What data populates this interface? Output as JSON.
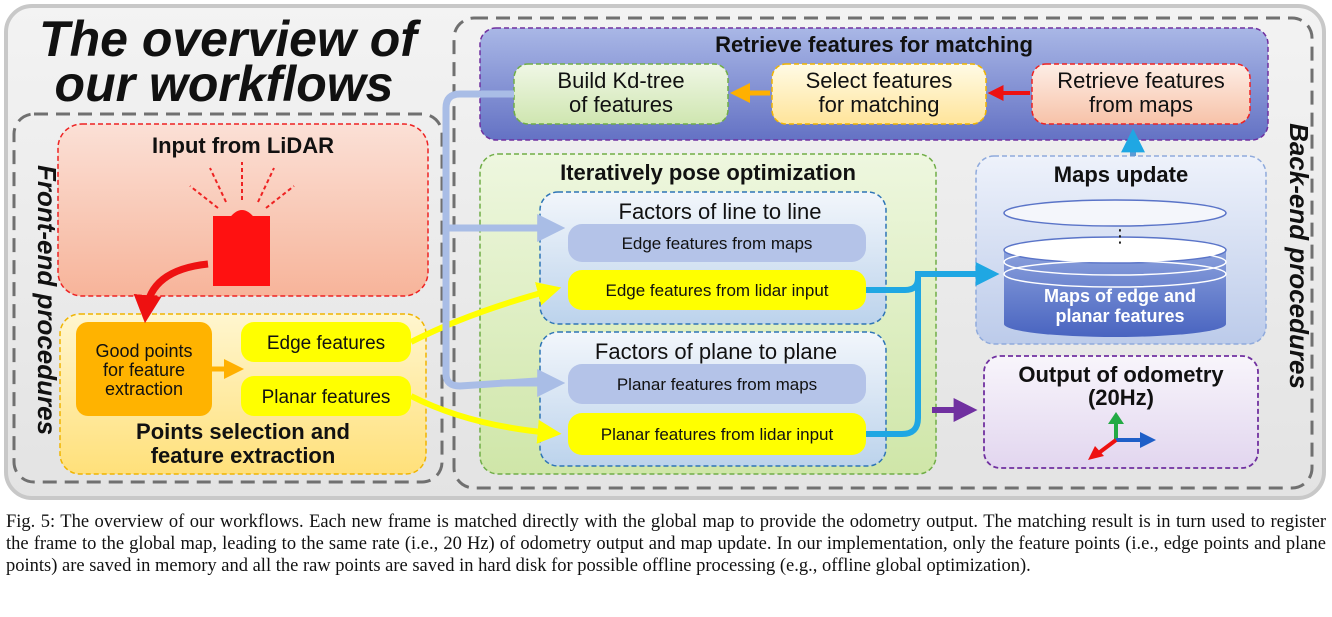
{
  "title": [
    "The overview of",
    "our workflows"
  ],
  "front_end": {
    "label": "Front-end procedures",
    "lidar_box": "Input from LiDAR",
    "selection_box": {
      "title": [
        "Points selection and",
        "feature extraction"
      ]
    },
    "good_points": [
      "Good points",
      "for feature",
      "extraction"
    ],
    "edge_features": "Edge features",
    "planar_features": "Planar features"
  },
  "back_end": {
    "label": "Back-end procedures",
    "retrieve": {
      "title": "Retrieve features for matching",
      "kdtree": [
        "Build Kd-tree",
        "of features"
      ],
      "select": [
        "Select features",
        "for matching"
      ],
      "retrieve_maps": [
        "Retrieve features",
        "from maps"
      ]
    },
    "pose": {
      "title": "Iteratively pose optimization",
      "line": {
        "title": "Factors of line to line",
        "maps": "Edge features from maps",
        "lidar": "Edge features from lidar input"
      },
      "plane": {
        "title": "Factors of plane to plane",
        "maps": "Planar features from maps",
        "lidar": "Planar features from lidar input"
      }
    },
    "maps_update": {
      "title": "Maps update",
      "db_dots": "⋮",
      "db_label": [
        "Maps of edge and",
        "planar features"
      ]
    },
    "output": {
      "title": [
        "Output of odometry",
        "(20Hz)"
      ]
    }
  },
  "caption": "Fig. 5: The overview of our workflows. Each new frame is matched directly with the global map to provide the odometry output. The matching result is in turn used to register the frame to the global map, leading to the same rate (i.e., 20 Hz) of odometry output and map update. In our implementation, only the feature points (i.e., edge points and plane points) are saved in memory and all the raw points are saved in hard disk for possible offline processing (e.g., offline global optimization)."
}
